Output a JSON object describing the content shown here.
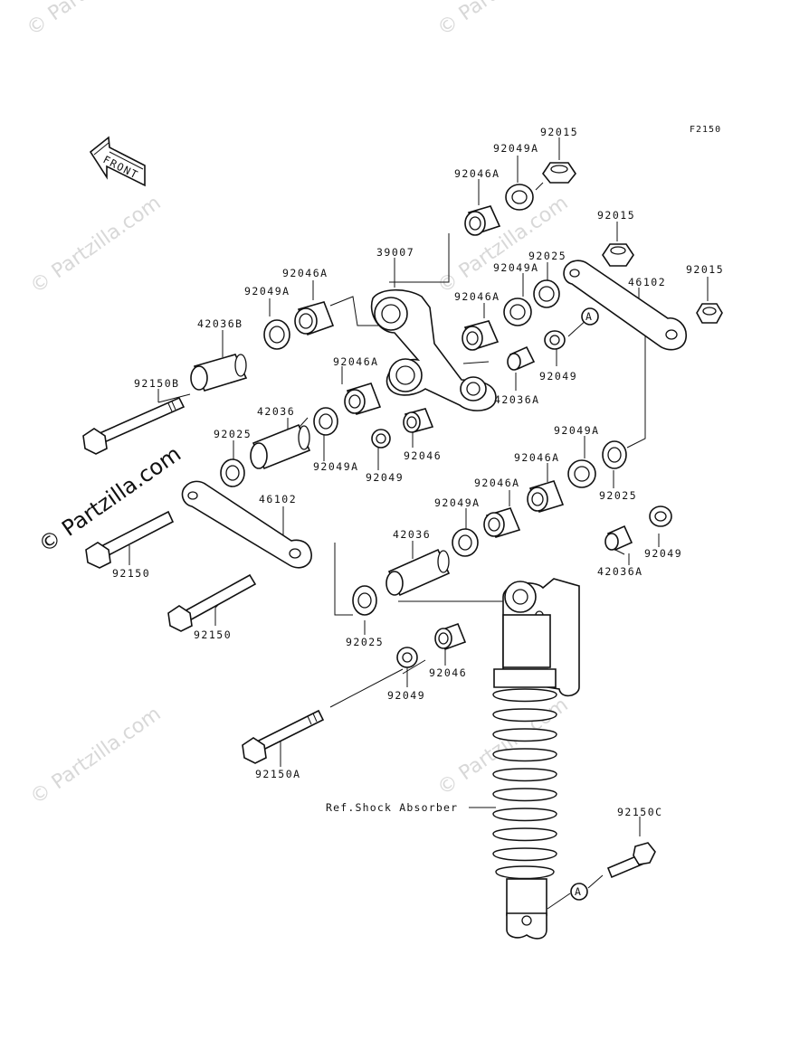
{
  "watermark": {
    "brand_small": "© Partzilla.com",
    "brand_big": "© Partzilla.com"
  },
  "diagram_code": "F2150",
  "front_arrow_text": "FRONT",
  "reference_text": "Ref.Shock Absorber",
  "callout_letter": "A",
  "labels": {
    "p92015_top": "92015",
    "p92049A_top": "92049A",
    "p92046A_top": "92046A",
    "p92015_mid": "92015",
    "p92015_right": "92015",
    "p39007": "39007",
    "p92025_top": "92025",
    "p92049A_mid": "92049A",
    "p46102_right": "46102",
    "p92046A_left": "92046A",
    "p92049A_left": "92049A",
    "p92046A_mid": "92046A",
    "p42036B": "42036B",
    "p92049_right": "92049",
    "p42036A_mid": "42036A",
    "p92046A_low": "92046A",
    "p92150B": "92150B",
    "p42036": "42036",
    "p92046": "92046",
    "p92025_left": "92025",
    "p92049A_low": "92049A",
    "p92049_mid": "92049",
    "p92049A_right": "92049A",
    "p92046A_right": "92046A",
    "p92025_right": "92025",
    "p46102_left": "46102",
    "p92046A_center": "92046A",
    "p92049A_center": "92049A",
    "p92150_upper": "92150",
    "p42036_lower": "42036",
    "p42036A_lower": "42036A",
    "p92049_lower_right": "92049",
    "p92150_lower": "92150",
    "p92025_lower": "92025",
    "p92046_lower": "92046",
    "p92049_lower": "92049",
    "p92150A": "92150A",
    "p92150C": "92150C"
  }
}
